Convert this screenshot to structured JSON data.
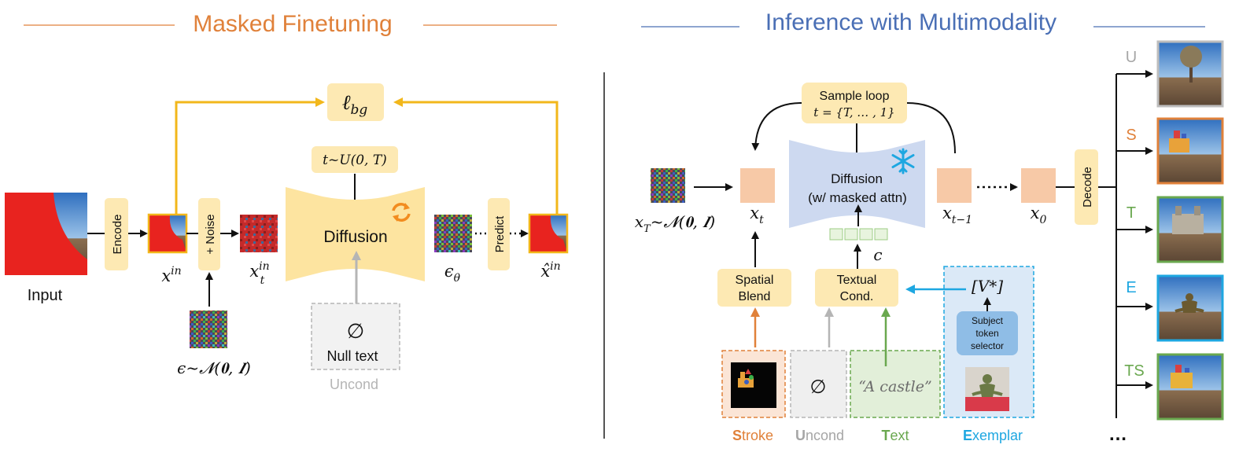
{
  "left": {
    "title": "Masked Finetuning",
    "input_label": "Input",
    "encode": "Encode",
    "noise": "+ Noise",
    "predict": "Predict",
    "x_in": "x",
    "x_in_sup": "in",
    "xt_in_sub": "t",
    "xt_in_sup": "in",
    "xhat_in": "x̂",
    "xhat_in_sup": "in",
    "eps_theta": "ϵ",
    "eps_theta_sub": "θ",
    "noise_dist": "ϵ~𝓝(𝟎, 𝑰)",
    "loss": "ℓ",
    "loss_sub": "bg",
    "timestep": "t~U(0, T)",
    "diffusion": "Diffusion",
    "null_symbol": "∅",
    "null_text": "Null text",
    "uncond": "Uncond"
  },
  "right": {
    "title": "Inference with Multimodality",
    "sample_loop": "Sample loop",
    "sample_loop_t": "t = {T, … , 1}",
    "diffusion_l1": "Diffusion",
    "diffusion_l2": "(w/ masked attn)",
    "xT": "x",
    "xT_sub": "T",
    "xT_dist": "~𝓝(𝟎, 𝑰)",
    "xt": "x",
    "xt_sub": "t",
    "xt1": "x",
    "xt1_sub": "t−1",
    "x0": "x",
    "x0_sub": "0",
    "c": "c",
    "decode": "Decode",
    "spatial_blend_l1": "Spatial",
    "spatial_blend_l2": "Blend",
    "textual_cond_l1": "Textual",
    "textual_cond_l2": "Cond.",
    "vstar": "[V*]",
    "subject_l1": "Subject",
    "subject_l2": "token",
    "subject_l3": "selector",
    "null_symbol": "∅",
    "castle_prompt": "“A castle”",
    "legend": [
      {
        "initial": "S",
        "rest": "troke",
        "color": "#e0813a"
      },
      {
        "initial": "U",
        "rest": "ncond",
        "color": "#a6a6a6"
      },
      {
        "initial": "T",
        "rest": "ext",
        "color": "#6aa84f"
      },
      {
        "initial": "E",
        "rest": "xemplar",
        "color": "#1ea7e1"
      }
    ],
    "outputs": [
      {
        "label": "U",
        "color": "#a6a6a6"
      },
      {
        "label": "S",
        "color": "#e0813a"
      },
      {
        "label": "T",
        "color": "#6aa84f"
      },
      {
        "label": "E",
        "color": "#1ea7e1"
      },
      {
        "label": "TS",
        "color": "#6aa84f"
      }
    ],
    "ellipsis": "…"
  },
  "colors": {
    "orange_title": "#e0813a",
    "blue_title": "#4a6fb5",
    "yellow_box": "#fde9b3",
    "yellow_line": "#f2b71b",
    "diffusion_yellow": "#fde4a0",
    "diffusion_blue": "#cdd9f0",
    "peach": "#f7c9a7"
  }
}
